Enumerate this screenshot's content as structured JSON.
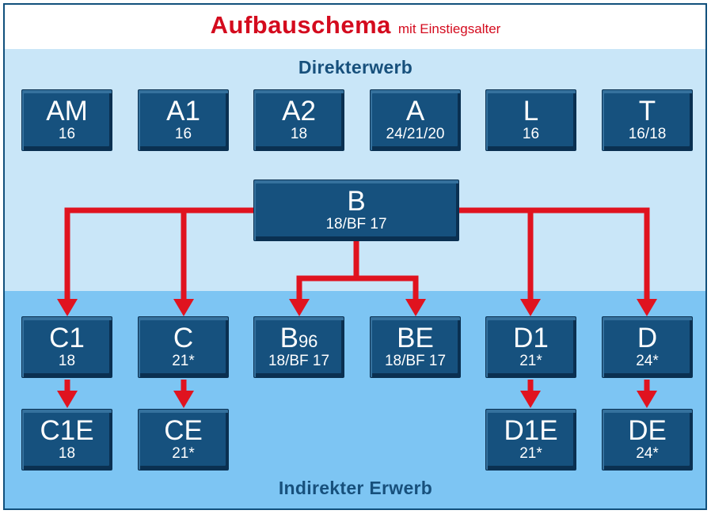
{
  "title": {
    "main": "Aufbauschema",
    "sub": "mit Einstiegsalter"
  },
  "sections": {
    "direct": "Direkterwerb",
    "indirect": "Indirekter Erwerb"
  },
  "colors": {
    "accent-red": "#e0131f",
    "heading-blue": "#17507c",
    "band-light": "#c9e6f8",
    "band-medium": "#7dc5f3",
    "node-fill": "#16517e",
    "node-border": "#0d3c60",
    "frame-border": "#11507c",
    "title-red": "#d40b1e"
  },
  "nodes": {
    "am": {
      "label": "AM",
      "age": "16"
    },
    "a1": {
      "label": "A1",
      "age": "16"
    },
    "a2": {
      "label": "A2",
      "age": "18"
    },
    "a": {
      "label": "A",
      "age": "24/21/20"
    },
    "l": {
      "label": "L",
      "age": "16"
    },
    "t": {
      "label": "T",
      "age": "16/18"
    },
    "b": {
      "label": "B",
      "age": "18/BF 17"
    },
    "c1": {
      "label": "C1",
      "age": "18"
    },
    "c": {
      "label": "C",
      "age": "21*"
    },
    "b96": {
      "label": "B",
      "label_sub": "96",
      "age": "18/BF 17"
    },
    "be": {
      "label": "BE",
      "age": "18/BF 17"
    },
    "d1": {
      "label": "D1",
      "age": "21*"
    },
    "d": {
      "label": "D",
      "age": "24*"
    },
    "c1e": {
      "label": "C1E",
      "age": "18"
    },
    "ce": {
      "label": "CE",
      "age": "21*"
    },
    "d1e": {
      "label": "D1E",
      "age": "21*"
    },
    "de": {
      "label": "DE",
      "age": "24*"
    }
  },
  "edges": [
    {
      "from": "B",
      "to": "C1"
    },
    {
      "from": "B",
      "to": "C"
    },
    {
      "from": "B",
      "to": "B96"
    },
    {
      "from": "B",
      "to": "BE"
    },
    {
      "from": "B",
      "to": "D1"
    },
    {
      "from": "B",
      "to": "D"
    },
    {
      "from": "C1",
      "to": "C1E"
    },
    {
      "from": "C",
      "to": "CE"
    },
    {
      "from": "D1",
      "to": "D1E"
    },
    {
      "from": "D",
      "to": "DE"
    }
  ]
}
